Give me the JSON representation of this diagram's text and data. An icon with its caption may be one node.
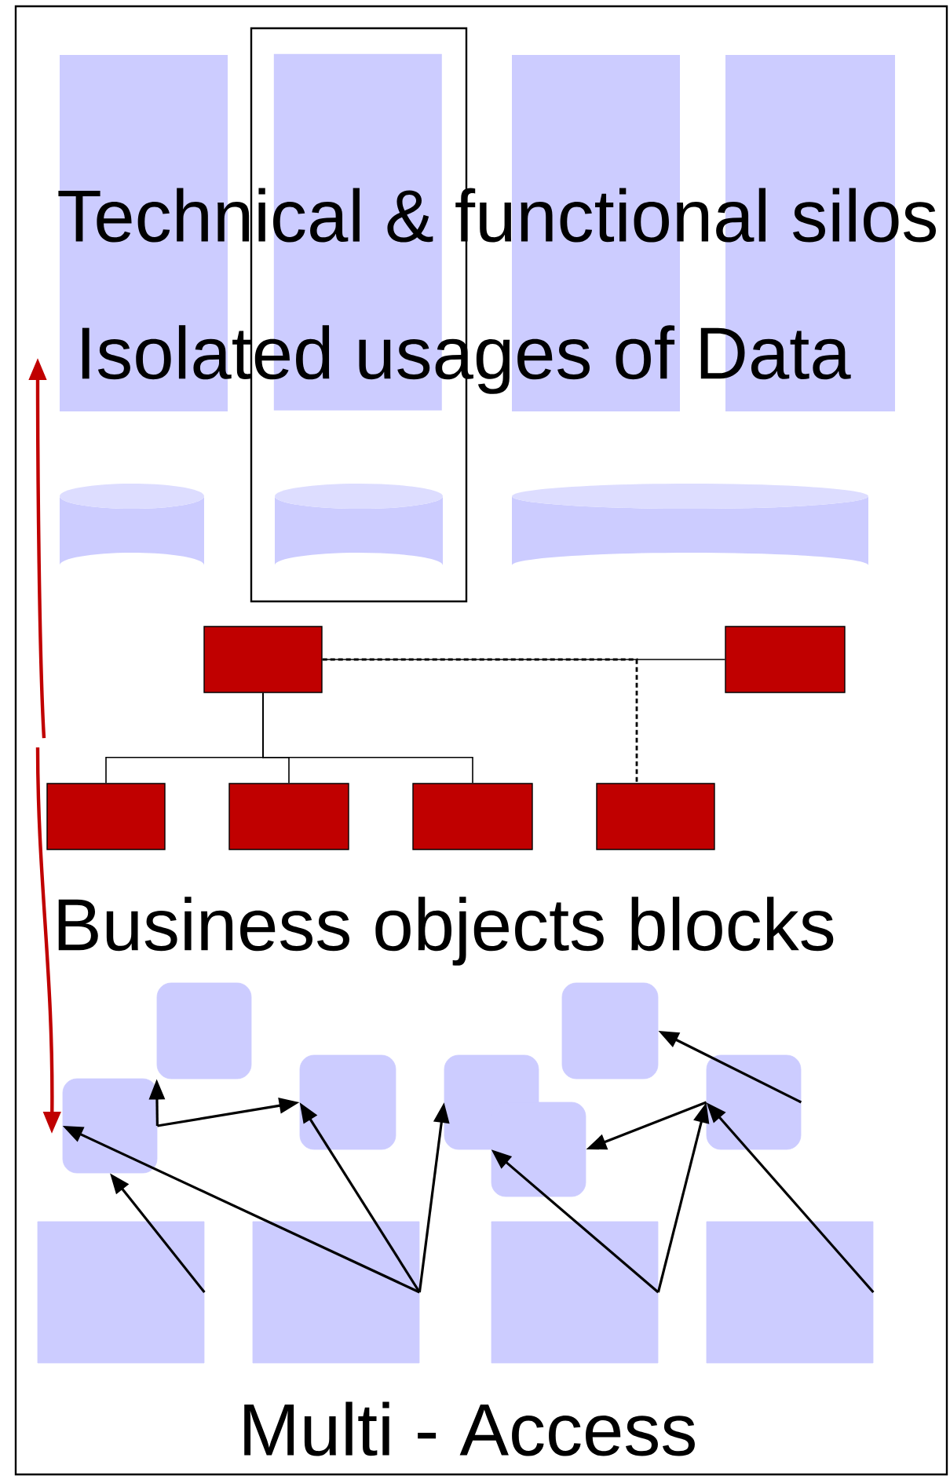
{
  "diagram": {
    "nodes": [
      {
        "text": [],
        "shape": "box"
      },
      {
        "text": [],
        "shape": "bar"
      },
      {
        "text": [],
        "shape": "bar",
        "in": 0
      },
      {
        "text": [],
        "shape": "bar"
      },
      {
        "text": [],
        "shape": "bar"
      },
      {
        "text": [],
        "shape": "cylinder"
      },
      {
        "text": [],
        "shape": "cylinder",
        "in": 0
      },
      {
        "text": [],
        "shape": "cylinder"
      },
      {
        "text": [],
        "shape": "box"
      },
      {
        "text": [],
        "shape": "box"
      },
      {
        "text": [],
        "shape": "box"
      },
      {
        "text": [],
        "shape": "box"
      },
      {
        "text": [],
        "shape": "box"
      },
      {
        "text": [],
        "shape": "box"
      },
      {
        "text": [],
        "shape": "box"
      },
      {
        "text": [],
        "shape": "box"
      },
      {
        "text": [],
        "shape": "box"
      },
      {
        "text": [],
        "shape": "box"
      },
      {
        "text": [],
        "shape": "box"
      },
      {
        "text": [],
        "shape": "box"
      },
      {
        "text": [],
        "shape": "box"
      },
      {
        "text": [],
        "shape": "box"
      },
      {
        "text": [],
        "shape": "box"
      },
      {
        "text": [],
        "shape": "box"
      },
      {
        "text": [],
        "shape": "box"
      }
    ],
    "edges": [
      {
        "from": 8,
        "to": 9,
        "arrow": "none"
      },
      {
        "from": 8,
        "to": 10,
        "arrow": "none"
      },
      {
        "from": 8,
        "to": 11,
        "arrow": "none"
      },
      {
        "from": 8,
        "to": 12,
        "arrow": "none"
      },
      {
        "from": 8,
        "to": 13,
        "arrow": "none",
        "style": "dashed"
      },
      {
        "from": 14,
        "to": 15,
        "arrow": "to"
      },
      {
        "from": 14,
        "to": 16,
        "arrow": "to"
      },
      {
        "from": 21,
        "to": 14,
        "arrow": "to"
      },
      {
        "from": 22,
        "to": 14,
        "arrow": "to"
      },
      {
        "from": 22,
        "to": 16,
        "arrow": "to"
      },
      {
        "from": 22,
        "to": 17,
        "arrow": "to"
      },
      {
        "from": 23,
        "to": 18,
        "arrow": "to"
      },
      {
        "from": 23,
        "to": 20,
        "arrow": "to"
      },
      {
        "from": 24,
        "to": 20,
        "arrow": "to"
      },
      {
        "from": 20,
        "to": 18,
        "arrow": "to"
      },
      {
        "from": 20,
        "to": 19,
        "arrow": "to"
      }
    ],
    "labels": [
      "Technical & functional silos",
      "Isolated usages of Data",
      "Business objects blocks",
      "Multi - Access"
    ]
  }
}
